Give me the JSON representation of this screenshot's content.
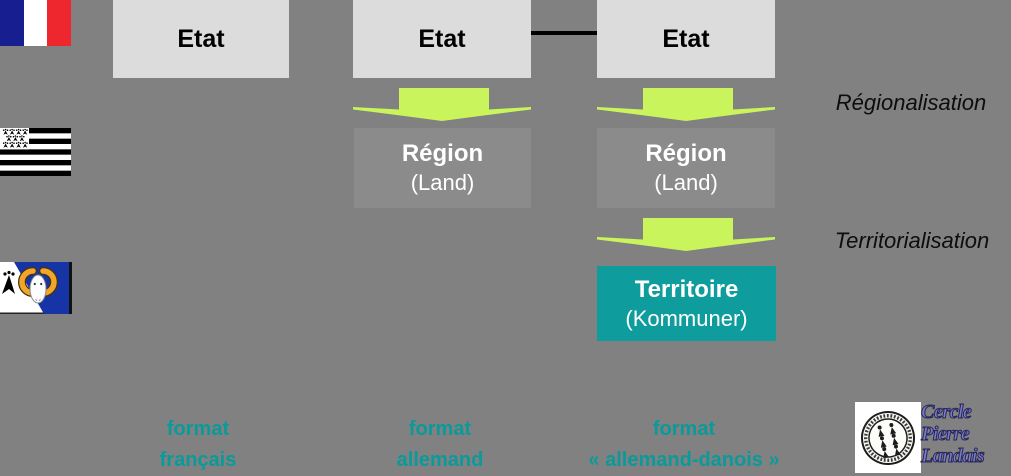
{
  "colors": {
    "background": "#818181",
    "etat_box": "#dcdcdc",
    "region_box": "#8b8b8b",
    "territoire_box": "#0f9c9c",
    "arrow_green": "#caf45c",
    "format_label_teal": "#0a9a9a",
    "logo_text_purple": "#7b7bcd",
    "connector_black": "#000000",
    "france_blue": "#171e8f",
    "france_red": "#ee272e",
    "ram_flag_blue": "#1634a6",
    "horn_yellow": "#f0a62a"
  },
  "flags": [
    {
      "icon": "french-flag-icon"
    },
    {
      "icon": "breton-flag-icon"
    },
    {
      "icon": "ram-head-flag-icon"
    }
  ],
  "diagram": {
    "etat_boxes": [
      {
        "label": "Etat"
      },
      {
        "label": "Etat"
      },
      {
        "label": "Etat"
      }
    ],
    "region_boxes": [
      {
        "title": "Région",
        "subtitle": "(Land)"
      },
      {
        "title": "Région",
        "subtitle": "(Land)"
      }
    ],
    "territoire_box": {
      "title": "Territoire",
      "subtitle": "(Kommuner)"
    },
    "annotations": {
      "regionalisation": "Régionalisation",
      "territorialisation": "Territorialisation"
    }
  },
  "footers": [
    {
      "line1": "format",
      "line2": "français"
    },
    {
      "line1": "format",
      "line2": "allemand"
    },
    {
      "line1": "format",
      "line2": "« allemand-danois »"
    }
  ],
  "logo": {
    "seal_icon": "medieval-seal-icon",
    "lines": [
      "Cercle",
      "Pierre",
      "Landais"
    ]
  }
}
